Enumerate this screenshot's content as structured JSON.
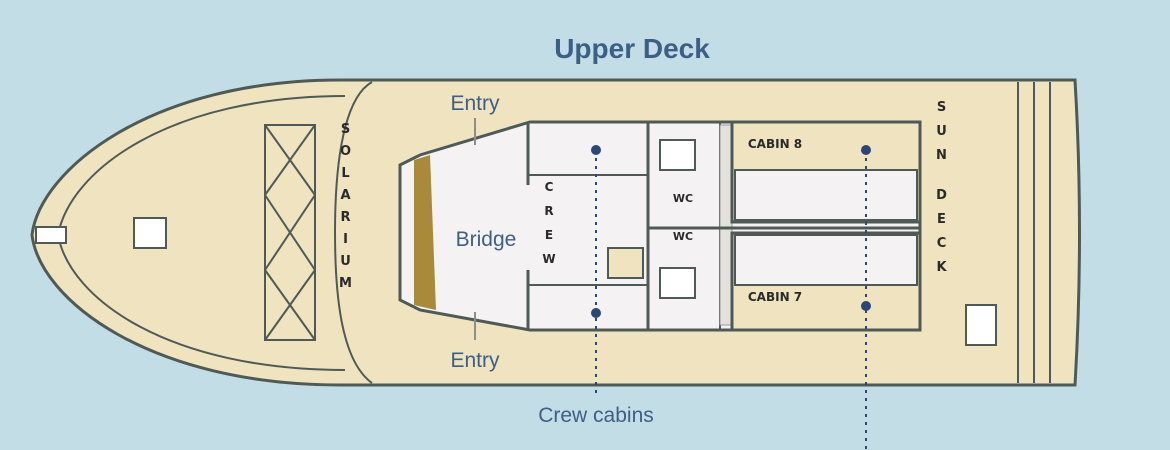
{
  "title": "Upper Deck",
  "labels": {
    "entry_top": "Entry",
    "entry_bottom": "Entry",
    "solarium": "SOLARIUM",
    "bridge": "Bridge",
    "crew": "CREW",
    "wc_top": "WC",
    "wc_bottom": "WC",
    "cabin_8": "CABIN 8",
    "cabin_7": "CABIN 7",
    "sun_deck_1": "SUN",
    "sun_deck_2": "DECK",
    "crew_cabins": "Crew cabins"
  },
  "colors": {
    "background": "#c3dde6",
    "deck": "#efe3c0",
    "outline": "#4f5a56",
    "text": "#3d5f86",
    "marker": "#2b4677"
  }
}
